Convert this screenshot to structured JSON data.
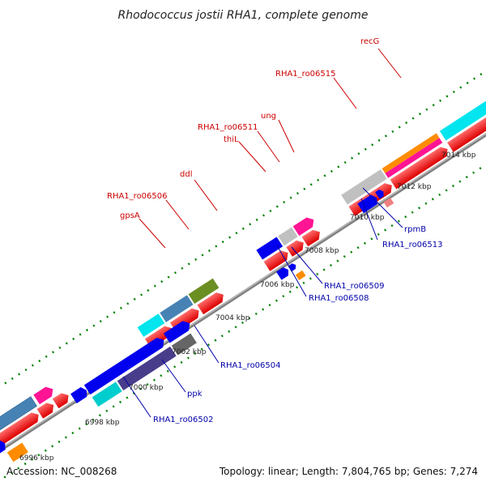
{
  "title": "Rhodococcus jostii RHA1, complete genome",
  "footer": {
    "accession": "Accession: NC_008268",
    "summary": "Topology: linear; Length: 7,804,765 bp; Genes: 7,274"
  },
  "ruler_labels": [
    "6996 kbp",
    "6998 kbp",
    "7000 kbp",
    "7002 kbp",
    "7004 kbp",
    "7006 kbp",
    "7008 kbp",
    "7010 kbp",
    "7012 kbp",
    "7014 kbp"
  ],
  "gene_labels_top": [
    "recG",
    "RHA1_ro06515",
    "ung",
    "RHA1_ro06511",
    "thiL",
    "ddl",
    "RHA1_ro06506",
    "gpsA"
  ],
  "gene_labels_bottom": [
    "rpmB",
    "RHA1_ro06513",
    "RHA1_ro06509",
    "RHA1_ro06508",
    "RHA1_ro06504",
    "ppk",
    "RHA1_ro06502"
  ],
  "colors": {
    "forward_gene": "#ff0000",
    "cds_blue": "#0000ee",
    "cds_steelblue": "#4682b4",
    "cds_cyan": "#00e5ee",
    "cds_olive": "#6b8e23",
    "cds_pink": "#ff1493",
    "cds_orange": "#ff8c00",
    "cds_gray": "#c0c0c0",
    "cds_darkslate": "#483d8b",
    "track_line": "#808080",
    "tick_green": "#008000"
  }
}
